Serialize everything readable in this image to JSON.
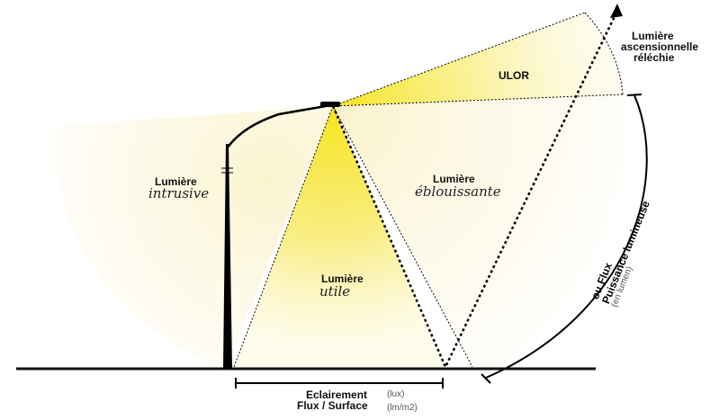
{
  "labels": {
    "ulor": "ULOR",
    "ascending_1": "Lumière",
    "ascending_2": "ascensionnelle",
    "ascending_3": "réléchie",
    "intrusive_1": "Lumière",
    "intrusive_2": "intrusive",
    "glare_1": "Lumière",
    "glare_2": "éblouissante",
    "useful_1": "Lumière",
    "useful_2": "utile",
    "flux_1": "ou Flux",
    "flux_2": "Puissance lumineuse",
    "flux_unit": "(en lumen)",
    "illum": "Eclairement",
    "illum_unit": "(lux)",
    "flux_surface": "Flux / Surface",
    "flux_surface_unit": "(lm/m2)"
  },
  "colors": {
    "light": "#f7e41c",
    "line": "#000000",
    "ground": "#111111"
  }
}
